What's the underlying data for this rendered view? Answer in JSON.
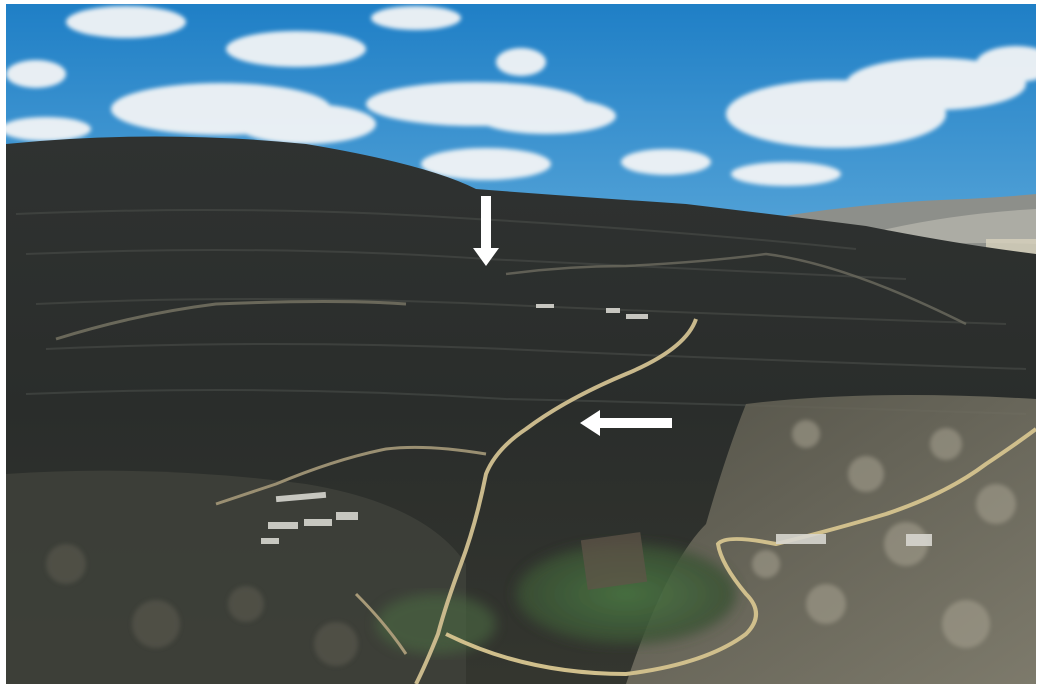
{
  "photo": {
    "subject": "aerial-hillside-landscape",
    "palette": {
      "sky_top": "#1f7fc6",
      "sky_bottom": "#5aa7d9",
      "cloud": "#f2f4f6",
      "hill_dark": "#2a2d2c",
      "hill_mid": "#3b3f3b",
      "scrub": "#6f6e62",
      "road": "#c9b98c",
      "field_green": "#3f6a3a",
      "arrow": "#ffffff"
    },
    "markers": [
      {
        "name": "arrow-down",
        "direction": "down"
      },
      {
        "name": "arrow-left",
        "direction": "left"
      }
    ]
  }
}
